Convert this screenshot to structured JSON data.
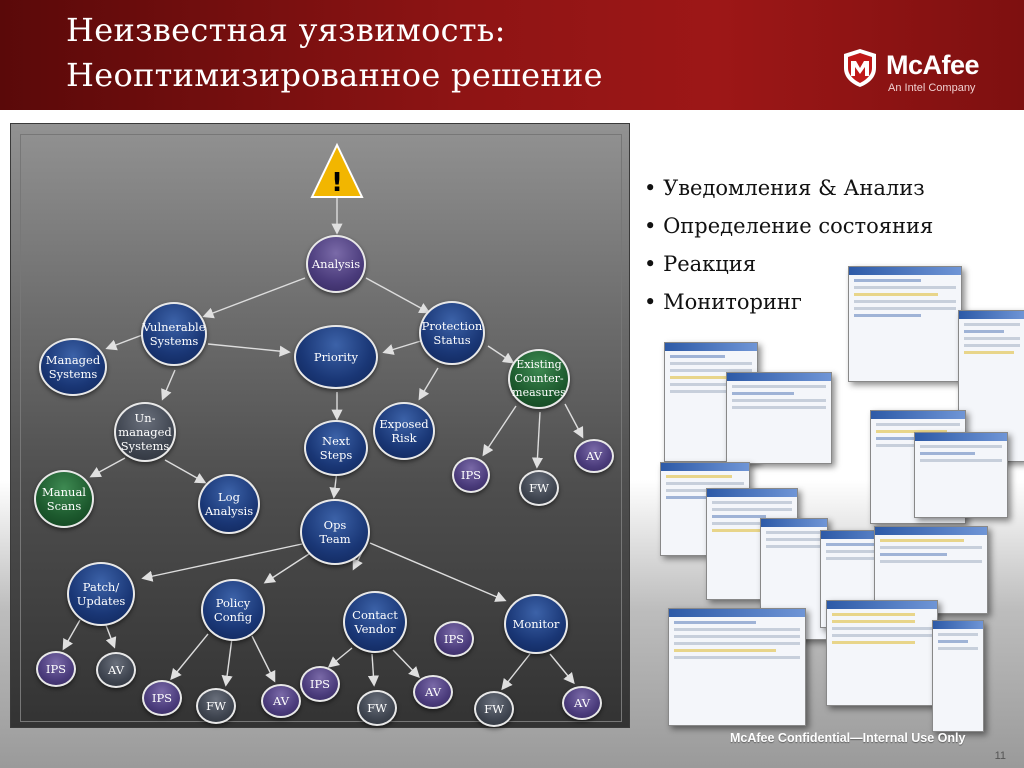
{
  "slide": {
    "title_line1": "Неизвестная уязвимость:",
    "title_line2": "Неоптимизированное решение",
    "logo_name": "McAfee",
    "logo_subtitle": "An Intel Company",
    "footer": "McAfee Confidential—Internal Use Only",
    "page_number": "11"
  },
  "bullets": [
    "Уведомления & Анализ",
    "Определение состояния",
    "Реакция",
    "Мониторинг"
  ],
  "diagram": {
    "warning_symbol": "!",
    "nodes": {
      "analysis": "Analysis",
      "vulnerable_systems": "Vulnerable\nSystems",
      "protection_status": "Protection\nStatus",
      "managed_systems": "Managed\nSystems",
      "priority": "Priority",
      "existing_countermeasures": "Existing\nCounter-\nmeasures",
      "unmanaged_systems": "Un-\nmanaged\nSystems",
      "exposed_risk": "Exposed\nRisk",
      "next_steps": "Next\nSteps",
      "av_1": "AV",
      "ips_1": "IPS",
      "fw_1": "FW",
      "manual_scans": "Manual\nScans",
      "log_analysis": "Log\nAnalysis",
      "ops_team": "Ops\nTeam",
      "patch_updates": "Patch/\nUpdates",
      "policy_config": "Policy\nConfig",
      "contact_vendor": "Contact\nVendor",
      "monitor": "Monitor",
      "ips_2": "IPS",
      "ips_3": "IPS",
      "av_2": "AV",
      "ips_4": "IPS",
      "fw_2": "FW",
      "av_3": "AV",
      "ips_5": "IPS",
      "fw_3": "FW",
      "av_4": "AV",
      "fw_4": "FW",
      "av_5": "AV"
    }
  },
  "colors": {
    "header_red": "#8e1414",
    "navy_node": "#1a3776",
    "purple_node": "#4b3c7c",
    "green_node": "#1d5a2e",
    "warning_yellow": "#f2b600"
  }
}
